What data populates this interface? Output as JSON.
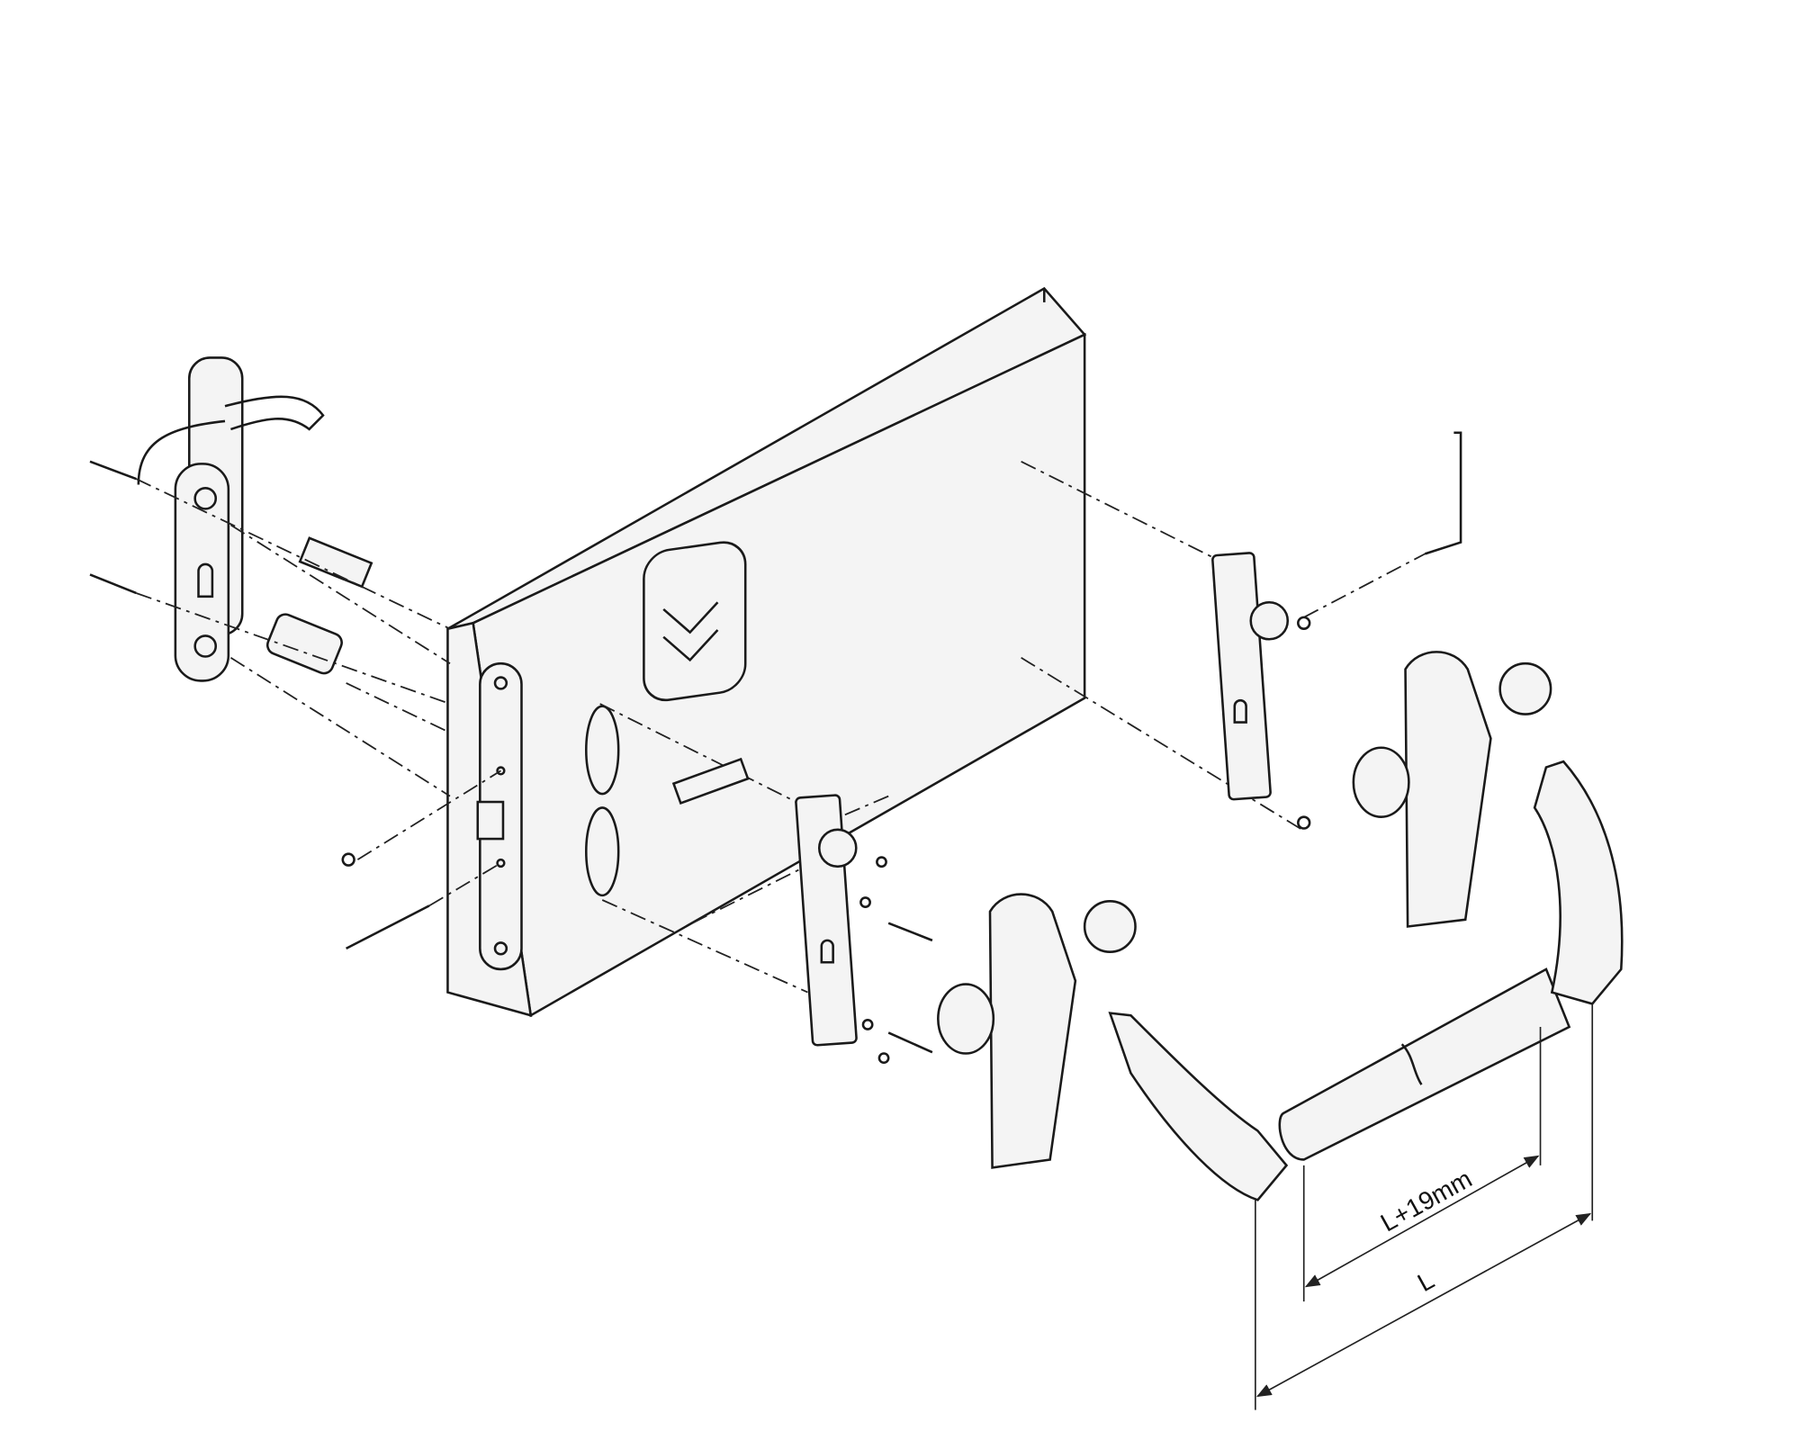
{
  "diagram": {
    "type": "exploded-assembly",
    "dimensions": {
      "inner_label": "L+19mm",
      "outer_label": "L"
    },
    "colors": {
      "line": "#1a1a1a",
      "fill": "#f4f4f4",
      "background": "#ffffff"
    }
  }
}
